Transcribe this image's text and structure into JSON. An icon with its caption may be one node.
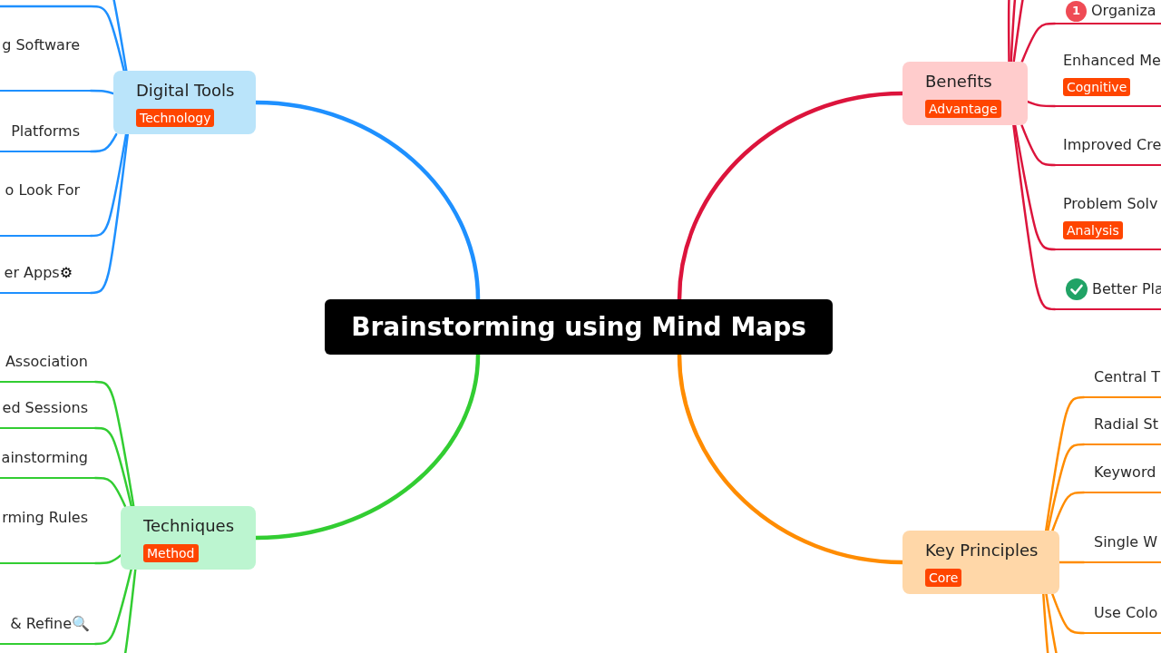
{
  "diagram": {
    "nodes": [
      {
        "text": [
          "Brainstorming using Mind Maps"
        ]
      },
      {
        "text": [
          "Digital Tools",
          "Technology"
        ]
      },
      {
        "text": [
          "g Software"
        ]
      },
      {
        "text": [
          "Platforms"
        ]
      },
      {
        "text": [
          "o Look For"
        ]
      },
      {
        "text": [
          "er Apps⚙"
        ]
      },
      {
        "text": [
          "Techniques",
          "Method"
        ]
      },
      {
        "text": [
          "Association"
        ]
      },
      {
        "text": [
          "ed Sessions"
        ]
      },
      {
        "text": [
          "ainstorming"
        ]
      },
      {
        "text": [
          "rming Rules"
        ]
      },
      {
        "text": [
          "& Refine🔍"
        ]
      },
      {
        "text": [
          "Benefits",
          "Advantage"
        ]
      },
      {
        "text": [
          "1",
          "Organiza"
        ]
      },
      {
        "text": [
          "Enhanced Me",
          "Cognitive"
        ]
      },
      {
        "text": [
          "Improved Cre"
        ]
      },
      {
        "text": [
          "Problem Solv",
          "Analysis"
        ]
      },
      {
        "text": [
          "Better Pla"
        ]
      },
      {
        "text": [
          "Key Principles",
          "Core"
        ]
      },
      {
        "text": [
          "Central T"
        ]
      },
      {
        "text": [
          "Radial St"
        ]
      },
      {
        "text": [
          "Keyword"
        ]
      },
      {
        "text": [
          "Single W"
        ]
      },
      {
        "text": [
          "Use Colo"
        ]
      }
    ],
    "edges": [
      {
        "from": 0,
        "to": 1,
        "arrow": "none",
        "style": "thick",
        "color": "#1e90ff"
      },
      {
        "from": 0,
        "to": 6,
        "arrow": "none",
        "style": "thick",
        "color": "#32cd32"
      },
      {
        "from": 0,
        "to": 12,
        "arrow": "none",
        "style": "thick",
        "color": "#dc143c"
      },
      {
        "from": 0,
        "to": 18,
        "arrow": "none",
        "style": "thick",
        "color": "#ff8c00"
      },
      {
        "from": 1,
        "to": null,
        "arrow": "none",
        "color": "#1e90ff"
      },
      {
        "from": 1,
        "to": null,
        "arrow": "none",
        "color": "#1e90ff"
      },
      {
        "from": 1,
        "to": 2,
        "arrow": "none",
        "color": "#1e90ff"
      },
      {
        "from": 1,
        "to": 3,
        "arrow": "none",
        "color": "#1e90ff"
      },
      {
        "from": 1,
        "to": 4,
        "arrow": "none",
        "color": "#1e90ff"
      },
      {
        "from": 1,
        "to": 5,
        "arrow": "none",
        "color": "#1e90ff"
      },
      {
        "from": 6,
        "to": 7,
        "arrow": "none",
        "color": "#32cd32"
      },
      {
        "from": 6,
        "to": 8,
        "arrow": "none",
        "color": "#32cd32"
      },
      {
        "from": 6,
        "to": 9,
        "arrow": "none",
        "color": "#32cd32"
      },
      {
        "from": 6,
        "to": 10,
        "arrow": "none",
        "color": "#32cd32"
      },
      {
        "from": 6,
        "to": 11,
        "arrow": "none",
        "color": "#32cd32"
      },
      {
        "from": 6,
        "to": null,
        "arrow": "none",
        "color": "#32cd32"
      },
      {
        "from": 12,
        "to": null,
        "arrow": "none",
        "color": "#dc143c"
      },
      {
        "from": 12,
        "to": null,
        "arrow": "none",
        "color": "#dc143c"
      },
      {
        "from": 12,
        "to": null,
        "arrow": "none",
        "color": "#dc143c"
      },
      {
        "from": 12,
        "to": 13,
        "arrow": "none",
        "color": "#dc143c"
      },
      {
        "from": 12,
        "to": 14,
        "arrow": "none",
        "color": "#dc143c"
      },
      {
        "from": 12,
        "to": 15,
        "arrow": "none",
        "color": "#dc143c"
      },
      {
        "from": 12,
        "to": 16,
        "arrow": "none",
        "color": "#dc143c"
      },
      {
        "from": 12,
        "to": 17,
        "arrow": "none",
        "color": "#dc143c"
      },
      {
        "from": 18,
        "to": 19,
        "arrow": "none",
        "color": "#ff8c00"
      },
      {
        "from": 18,
        "to": 20,
        "arrow": "none",
        "color": "#ff8c00"
      },
      {
        "from": 18,
        "to": 21,
        "arrow": "none",
        "color": "#ff8c00"
      },
      {
        "from": 18,
        "to": 22,
        "arrow": "none",
        "color": "#ff8c00"
      },
      {
        "from": 18,
        "to": 23,
        "arrow": "none",
        "color": "#ff8c00"
      },
      {
        "from": 18,
        "to": null,
        "arrow": "none",
        "color": "#ff8c00"
      },
      {
        "from": 18,
        "to": null,
        "arrow": "none",
        "color": "#ff8c00"
      }
    ]
  }
}
